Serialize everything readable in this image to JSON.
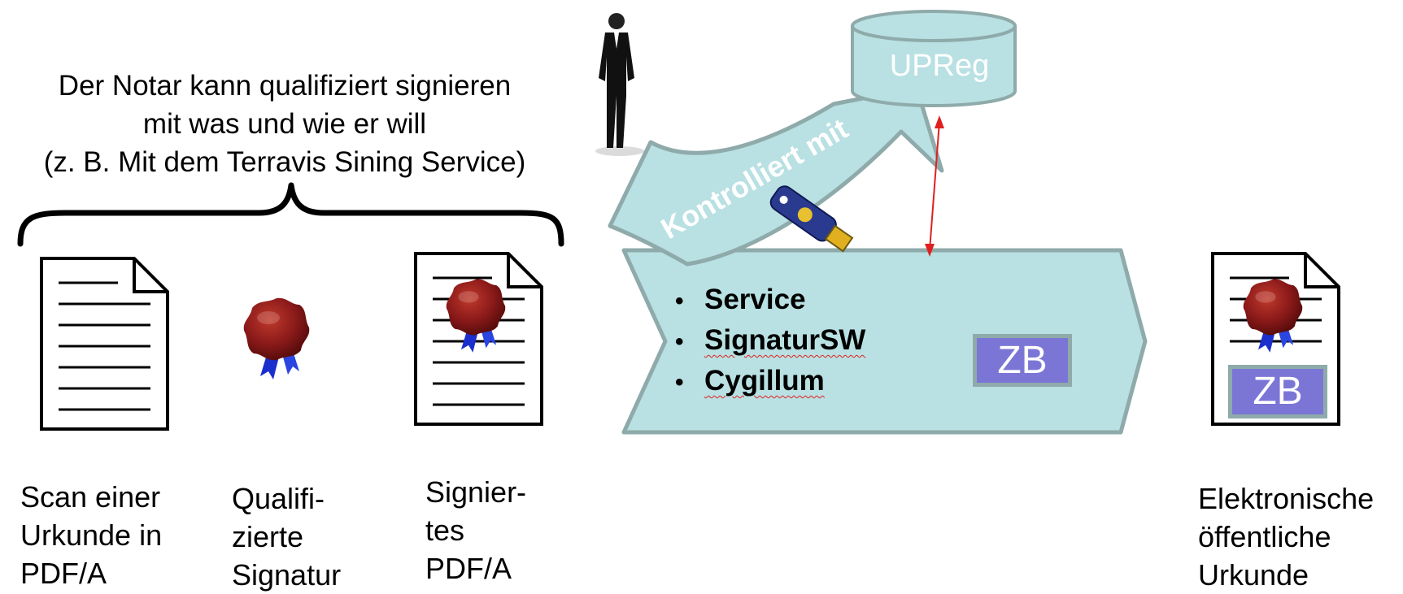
{
  "heading": {
    "line1": "Der Notar kann qualifiziert signieren",
    "line2": "mit was und wie er will",
    "line3": "(z. B. Mit dem Terravis Sining Service)"
  },
  "captions": {
    "scan": [
      "Scan einer",
      "Urkunde in",
      "PDF/A"
    ],
    "signature": [
      "Qualifi-",
      "zierte",
      "Signatur"
    ],
    "signed": [
      "Signier-",
      "tes",
      "PDF/A"
    ],
    "result": [
      "Elektronische",
      "öffentliche",
      "Urkunde"
    ]
  },
  "service_box": {
    "bullet": "•",
    "items": [
      "Service",
      "SignaturSW",
      "Cygillum"
    ],
    "badge": "ZB"
  },
  "result_badge": "ZB",
  "arrow_label": "Kontrolliert mit",
  "database_label": "UPReg",
  "colors": {
    "shape_fill": "#b9e0e2",
    "shape_stroke": "#8faaaa",
    "badge_fill": "#7b76d6",
    "seal": "#8b1a1a",
    "ribbon": "#1a2fcc",
    "link_arrow": "#e02020"
  }
}
